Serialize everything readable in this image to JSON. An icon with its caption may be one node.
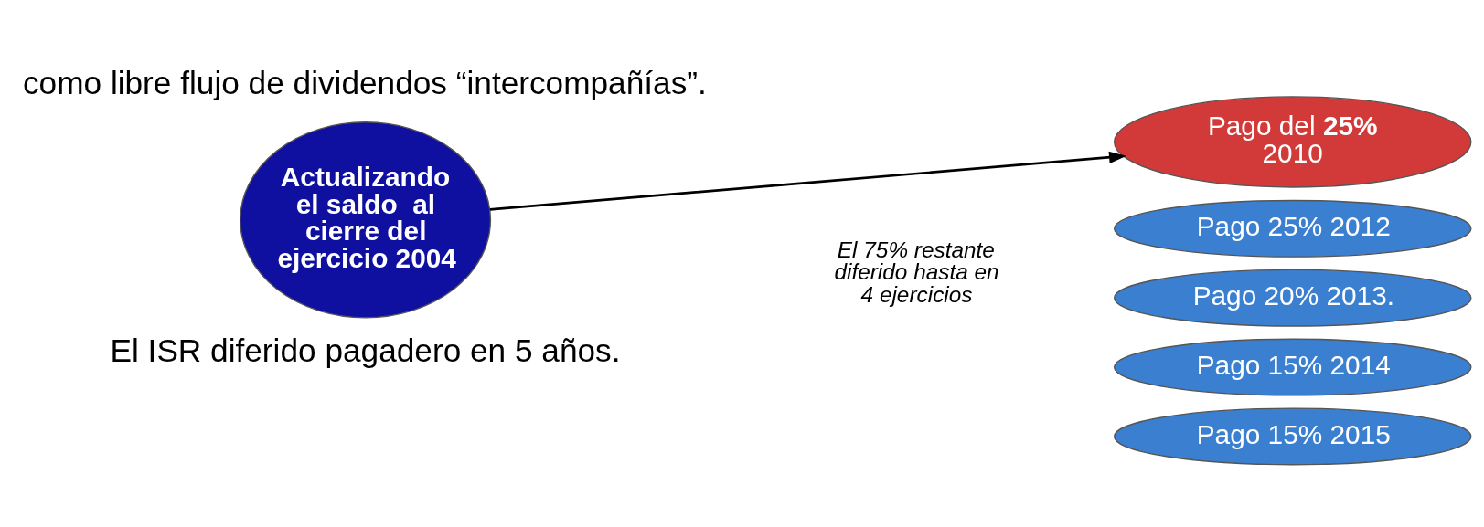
{
  "diagram": {
    "nodes": [
      {
        "text": [
          "Actualizando el saldo  al cierre del ejercicio 2004"
        ]
      },
      {
        "text": [
          "Pago del **25%** 2010"
        ]
      },
      {
        "text": [
          "Pago 25% 2012"
        ]
      },
      {
        "text": [
          "Pago 20% 2013."
        ]
      },
      {
        "text": [
          "Pago 15% 2014"
        ]
      },
      {
        "text": [
          "Pago 15% 2015"
        ]
      }
    ],
    "edges": [
      {
        "from": 0,
        "to": 1,
        "arrow": "to"
      }
    ],
    "labels": [
      "como libre flujo de dividendos “intercompañías”.",
      "El ISR diferido pagadero en 5 años.",
      "El 75% restante diferido hasta en 4 ejercicios"
    ]
  }
}
